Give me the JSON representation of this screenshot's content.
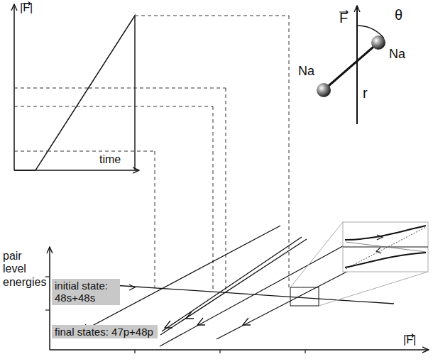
{
  "diagram": {
    "nodes": [
      {
        "text": [
          "initial state: 48s+48s"
        ]
      },
      {
        "text": [
          "final states: 47p+48p"
        ]
      }
    ],
    "labels": [
      "|F|",
      "time",
      "pair level energies",
      "|F|",
      "F",
      "θ",
      "Na",
      "Na",
      "r"
    ]
  }
}
